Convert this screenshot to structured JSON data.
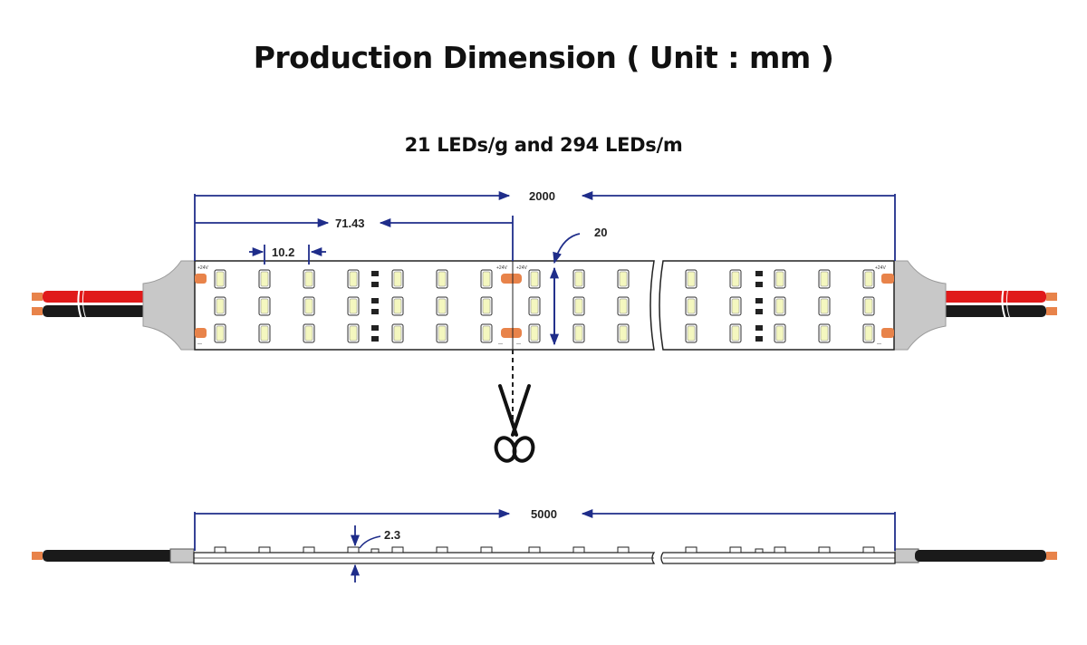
{
  "title": "Production Dimension ( Unit : mm )",
  "subtitle": "21 LEDs/g and 294 LEDs/m",
  "dimensions": {
    "segment_length": "2000",
    "cut_unit": "71.43",
    "led_pitch": "10.2",
    "strip_width": "20",
    "reel_length": "5000",
    "thickness": "2.3"
  },
  "pad_labels": {
    "positive": "+24V",
    "negative": "—"
  },
  "colors": {
    "dimension_line": "#1f2d8a",
    "wire_red": "#e01a1a",
    "wire_black": "#1a1a1a",
    "copper": "#e8834a",
    "end_cap": "#c8c8c8",
    "led_chip": "#f4f7bf",
    "resistor": "#222222"
  },
  "icons": [
    "scissors-icon",
    "arrow-icon"
  ]
}
